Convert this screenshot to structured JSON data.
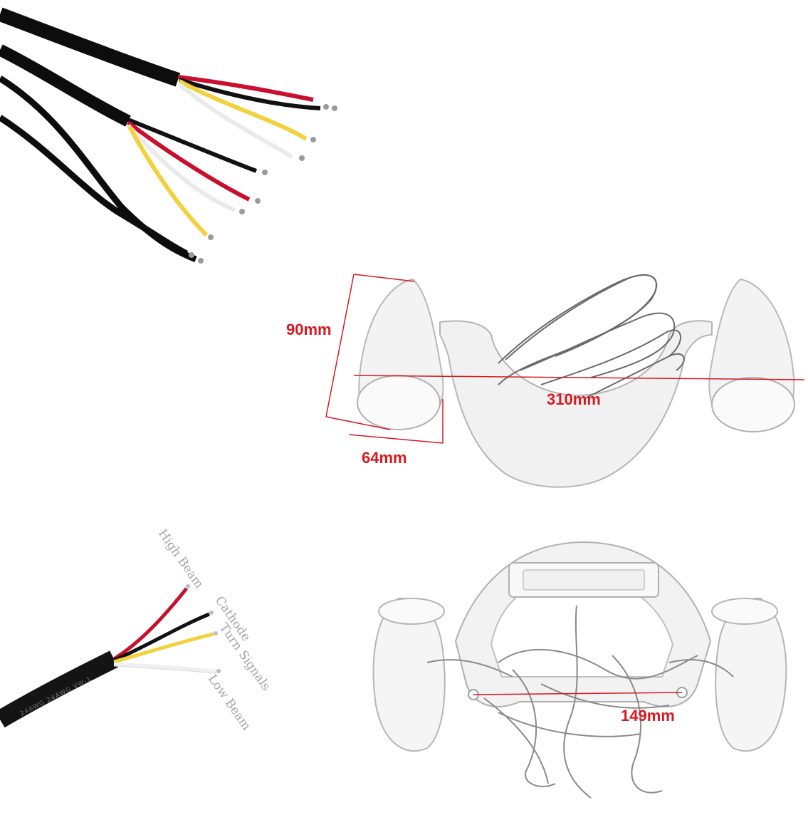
{
  "dimensions": {
    "height": "90mm",
    "width": "310mm",
    "depth": "64mm",
    "mount_spacing": "149mm"
  },
  "wire_labels": {
    "red": "High Beam",
    "black": "Cathode",
    "yellow": "Turn Signals",
    "white": "Low Beam"
  },
  "cable_print": "24AWG  24AWG  VW-1",
  "colors": {
    "dimension": "#d8191f",
    "wire_red": "#c8102e",
    "wire_yellow": "#f2d13c",
    "wire_white": "#f4f4f4",
    "wire_black": "#111111",
    "outline": "#b9b9b9"
  }
}
